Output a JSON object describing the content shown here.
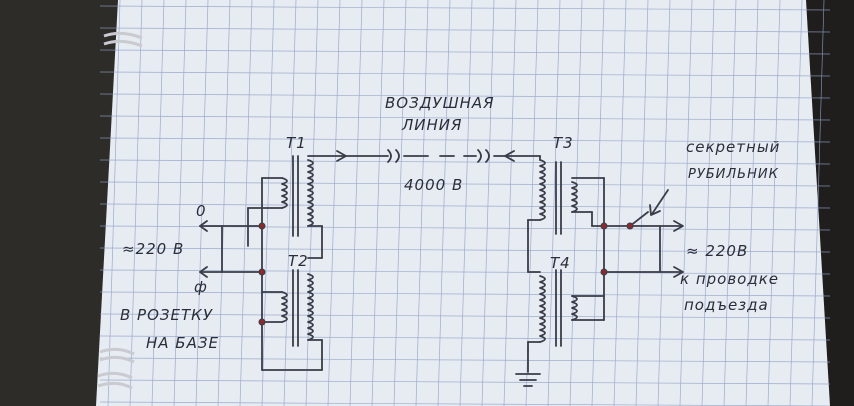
{
  "diagram": {
    "title_line1": "ВОЗДУШНАЯ",
    "title_line2": "ЛИНИЯ",
    "line_voltage": "4000 В",
    "t1": "Т1",
    "t2": "Т2",
    "t3": "Т3",
    "t4": "Т4",
    "phase_zero": "0",
    "phase": "ф",
    "left_voltage": "≈220 В",
    "left_note_line1": "В РОЗЕТКУ",
    "left_note_line2": "НА БАЗЕ",
    "switch_line1": "секретный",
    "switch_line2": "РУБИЛЬНИК",
    "right_voltage": "≈ 220В",
    "right_note_line1": "к проводке",
    "right_note_line2": "подъезда"
  },
  "colors": {
    "paper": "#e7ebf2",
    "grid": "#8fa0c6",
    "ink": "#3a3d48",
    "background": "#262522"
  }
}
